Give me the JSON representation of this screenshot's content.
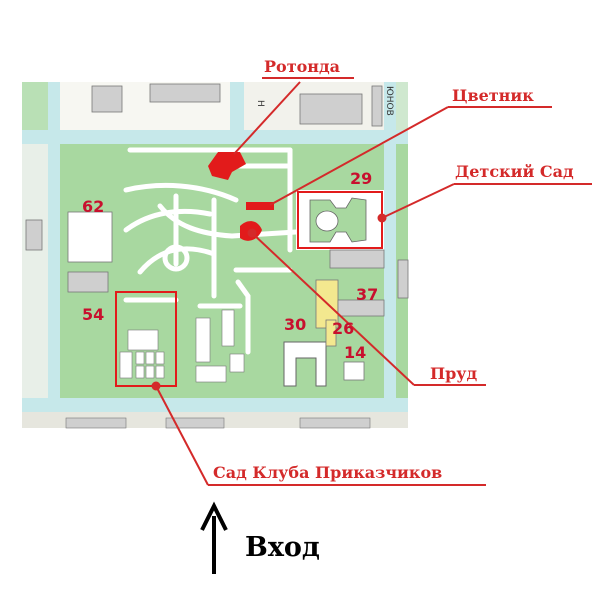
{
  "labels": {
    "rotonda": "Ротонда",
    "tsvetnik": "Цветник",
    "detsky_sad": "Детский Сад",
    "prud": "Пруд",
    "sad_kluba": "Сад Клуба Приказчиков",
    "entry": "Вход"
  },
  "building_numbers": {
    "n62": "62",
    "n29": "29",
    "n54": "54",
    "n37": "37",
    "n30": "30",
    "n26": "26",
    "n14": "14"
  },
  "street_fragments": {
    "top_left": "Н",
    "top_right": "ЮНОВ"
  },
  "colors": {
    "label_red": "#d42a2a",
    "number_red": "#c8102e",
    "park_green": "#a8d8a0",
    "street_cyan": "#c6e8ea",
    "building_grey": "#bfbfbf",
    "path_white": "#ffffff",
    "highlight_red": "#e21b1b"
  }
}
